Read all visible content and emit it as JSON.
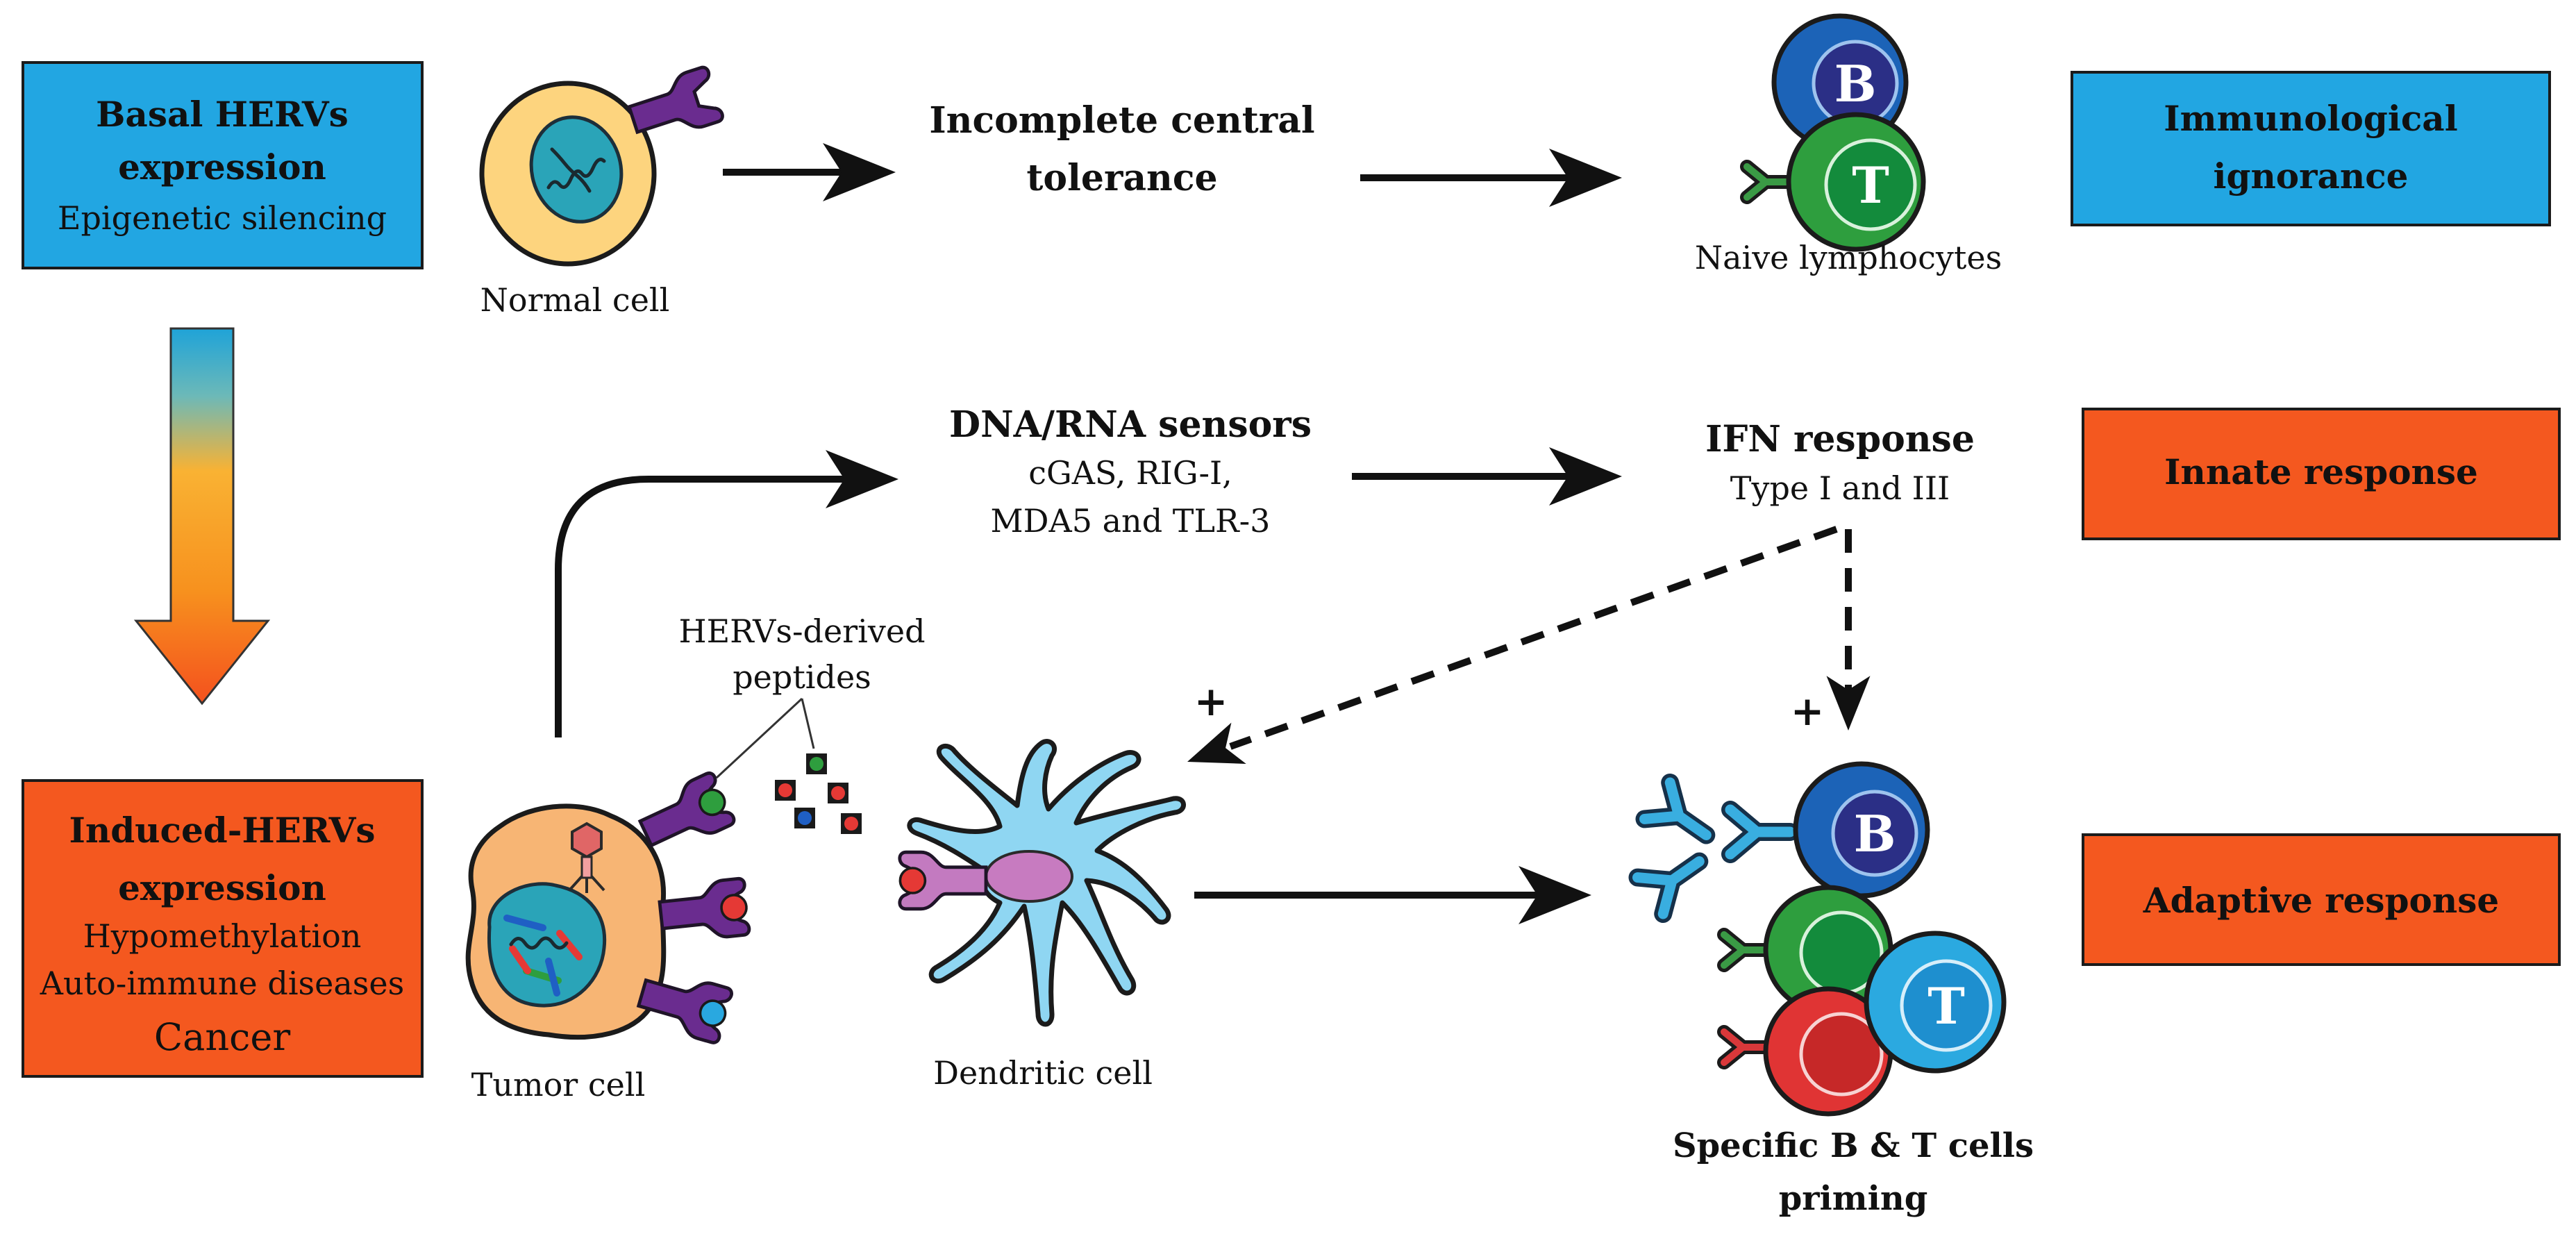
{
  "colors": {
    "box_blue": "#22A6E2",
    "box_orange": "#F4581F",
    "normal_cell": "#FDD47E",
    "nucleus": "#2AA4B8",
    "tumor_cell": "#F7B574",
    "dendritic_cell": "#8FD6F2",
    "receptor_purple": "#6A2C8F",
    "b_cell": "#1C63B7",
    "t_cell_green": "#2E9E3E",
    "t_cell_red": "#E03434",
    "t_cell_blue": "#2BA9E0",
    "antibody": "#39AEE0"
  },
  "left_boxes": {
    "basal": {
      "title_line1": "Basal HERVs",
      "title_line2": "expression",
      "subtitle": "Epigenetic silencing"
    },
    "induced": {
      "title_line1": "Induced-HERVs",
      "title_line2": "expression",
      "line3": "Hypomethylation",
      "line4": "Auto-immune diseases",
      "line5": "Cancer"
    }
  },
  "right_boxes": {
    "immunological": {
      "line1": "Immunological",
      "line2": "ignorance"
    },
    "innate": {
      "label": "Innate response"
    },
    "adaptive": {
      "label": "Adaptive response"
    }
  },
  "top_row": {
    "normal_cell_label": "Normal cell",
    "tolerance_line1": "Incomplete central",
    "tolerance_line2": "tolerance",
    "naive_label": "Naive lymphocytes"
  },
  "middle_row": {
    "sensors_title": "DNA/RNA sensors",
    "sensors_line1": "cGAS, RIG-I,",
    "sensors_line2": "MDA5 and TLR-3",
    "ifn_title": "IFN response",
    "ifn_subtitle": "Type I and III"
  },
  "bottom_row": {
    "peptides_line1": "HERVs-derived",
    "peptides_line2": "peptides",
    "tumor_label": "Tumor cell",
    "dendritic_label": "Dendritic cell",
    "plus_dendritic": "+",
    "plus_lymphocytes": "+",
    "priming_line1": "Specific B & T cells",
    "priming_line2": "priming"
  },
  "cell_letters": {
    "b_naive": "B",
    "t_naive": "T",
    "b_specific": "B",
    "t_specific": "T"
  }
}
